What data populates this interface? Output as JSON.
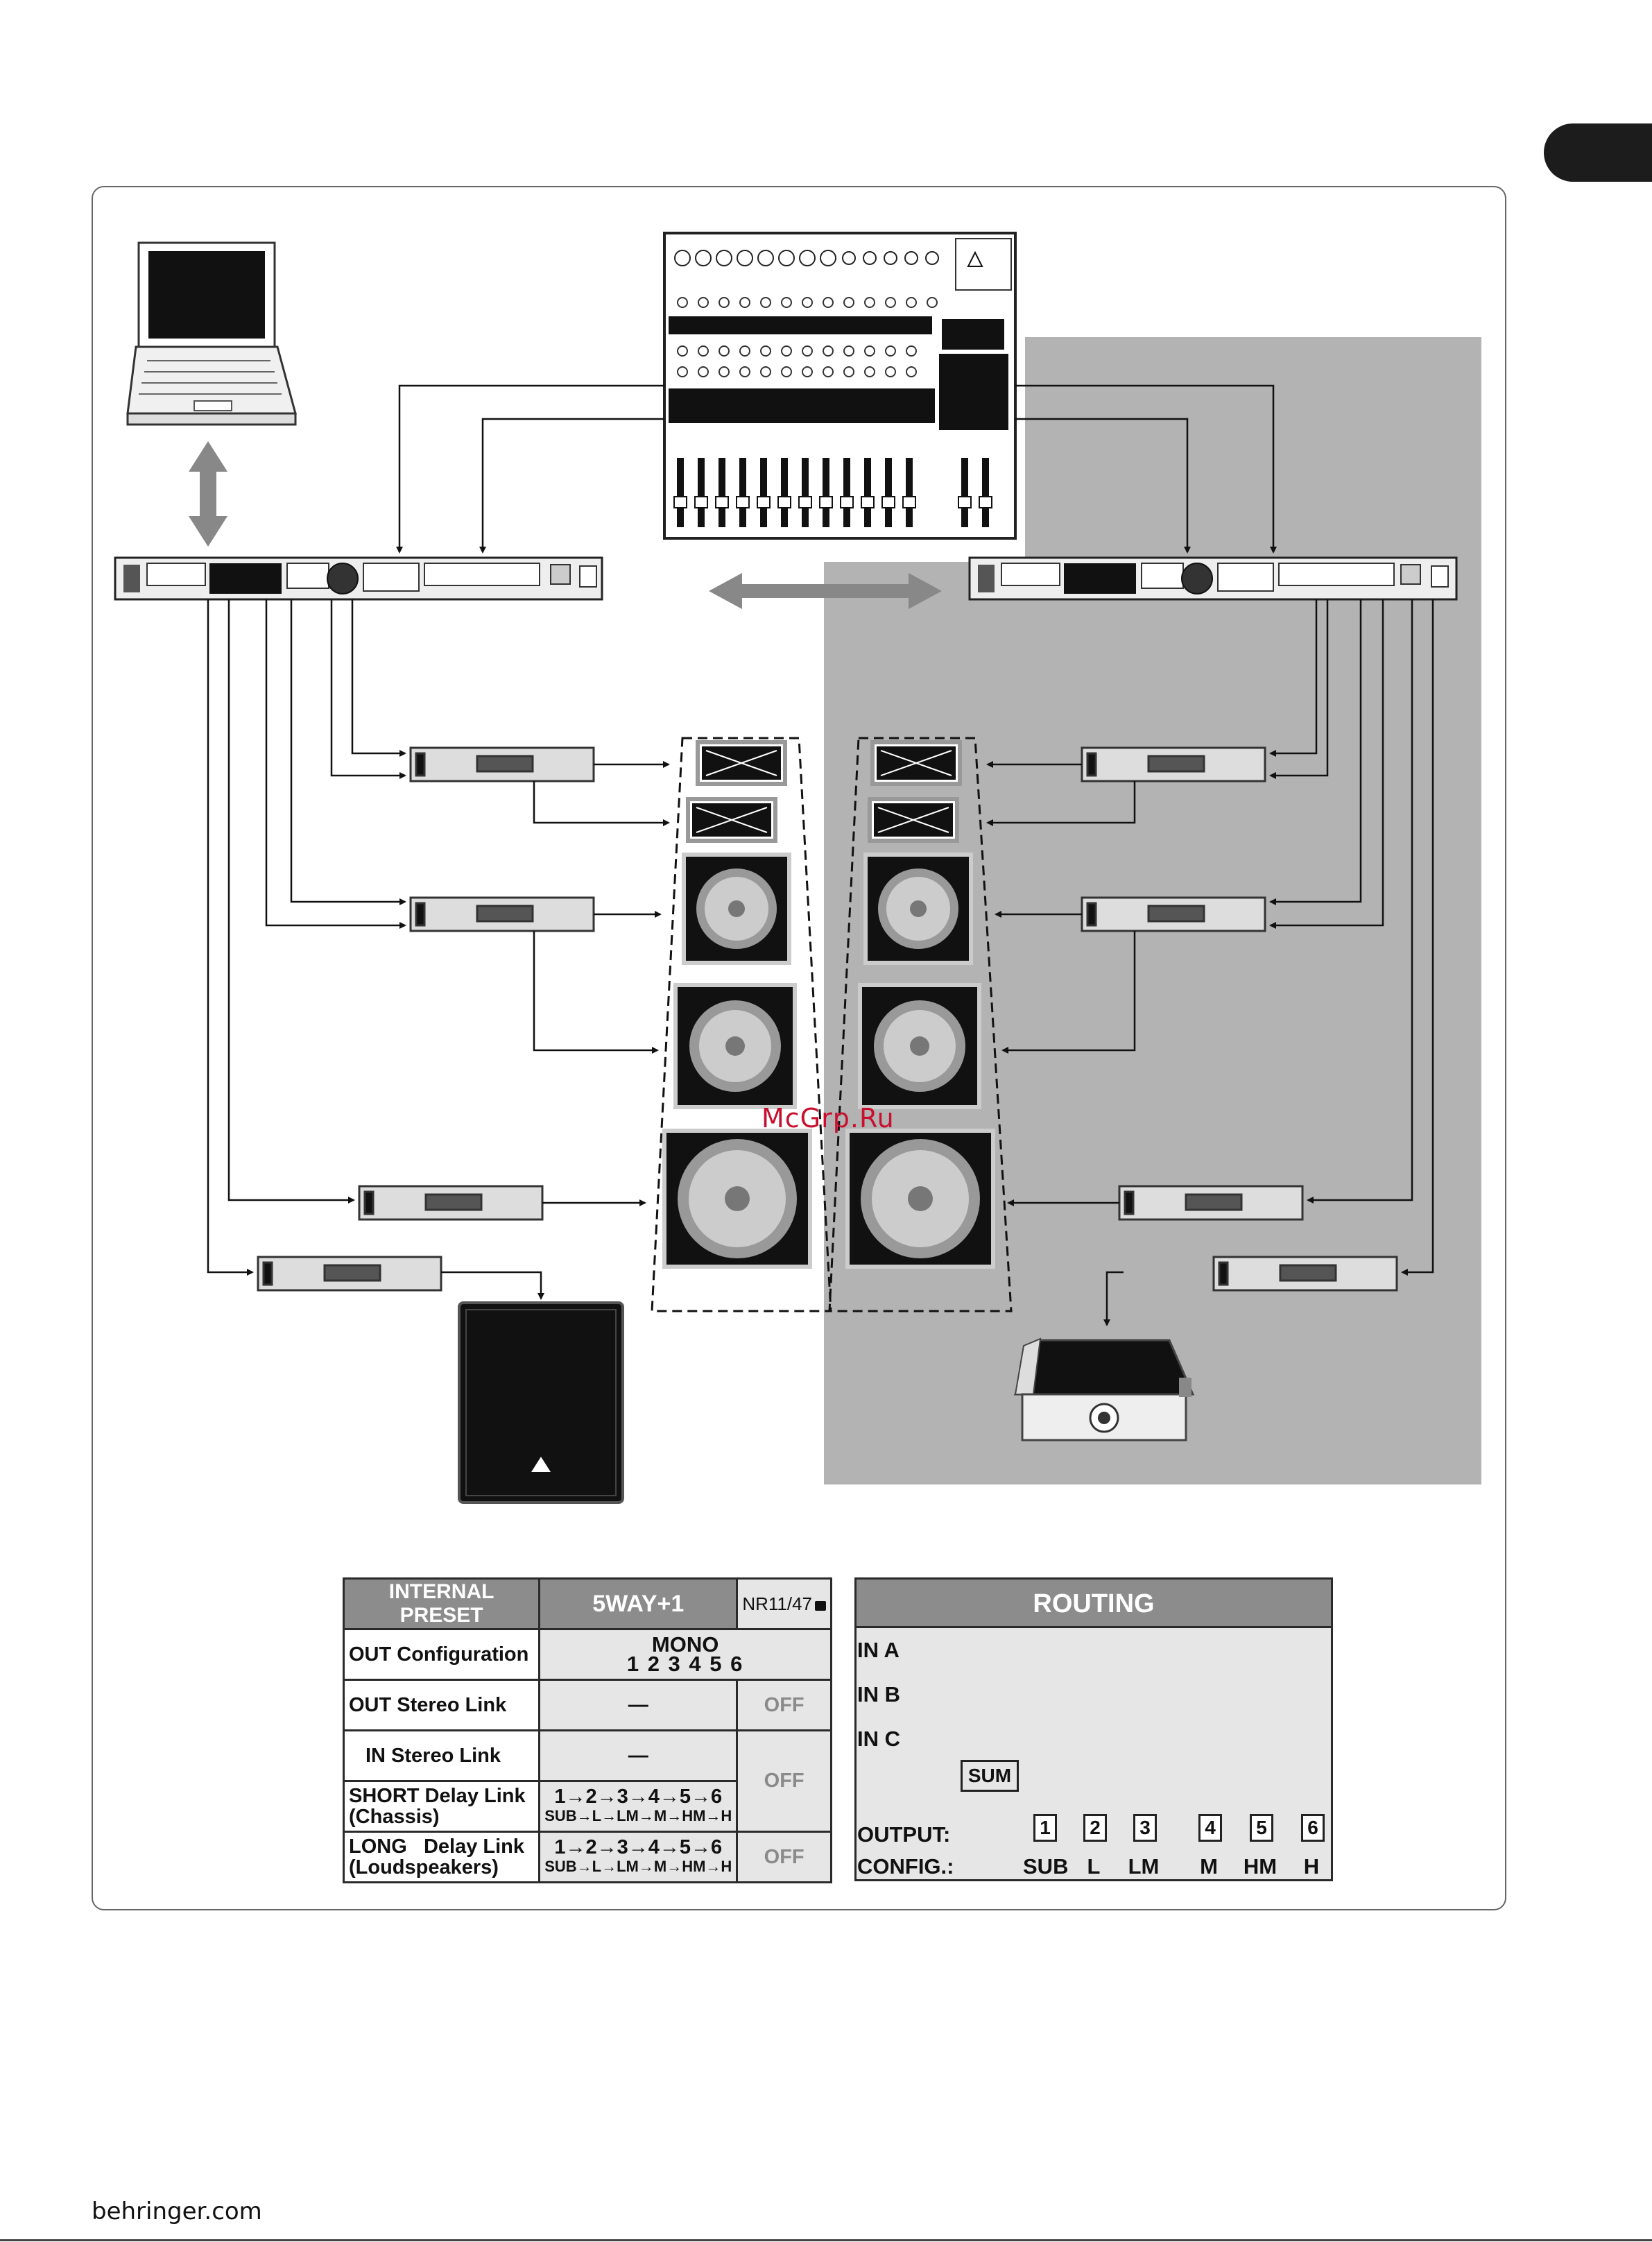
{
  "watermark": "McGrp.Ru",
  "footer": {
    "site": "behringer.com"
  },
  "preset_table": {
    "header": {
      "label": "INTERNAL PRESET",
      "value": "5WAY+1",
      "slot": "NR11/47"
    },
    "rows": [
      {
        "label": "OUT Configuration",
        "value_line1": "MONO",
        "value_line2": "1 2 3 4 5 6"
      },
      {
        "label": "OUT Stereo Link",
        "value": "—",
        "state": "OFF"
      },
      {
        "label": "IN Stereo Link",
        "value": "—",
        "state": "OFF"
      },
      {
        "label_line1": "SHORT Delay Link",
        "label_line2": "(Chassis)",
        "value_line1": "1→2→3→4→5→6",
        "value_line2": "SUB→L→LM→M→HM→H"
      },
      {
        "label_line1": "LONG   Delay Link",
        "label_line2": "(Loudspeakers)",
        "value_line1": "1→2→3→4→5→6",
        "value_line2": "SUB→L→LM→M→HM→H",
        "state": "OFF"
      }
    ]
  },
  "routing": {
    "title": "ROUTING",
    "inputs": [
      "IN A",
      "IN B",
      "IN C"
    ],
    "sum": "SUM",
    "output_label": "OUTPUT:",
    "config_label": "CONFIG.:",
    "outputs": [
      "1",
      "2",
      "3",
      "4",
      "5",
      "6"
    ],
    "configs": [
      "SUB",
      "L",
      "LM",
      "M",
      "HM",
      "H"
    ]
  },
  "colors": {
    "gray_zone": "#b3b3b3",
    "table_header": "#8c8c8c",
    "cell_fill": "#e6e6e6",
    "watermark": "#c8102e"
  }
}
